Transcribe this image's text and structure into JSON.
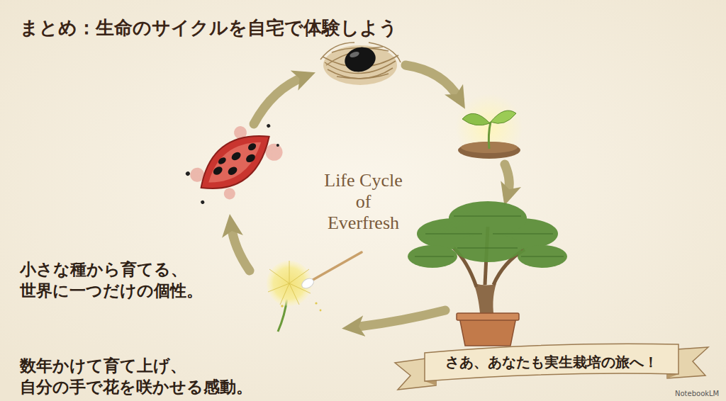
{
  "diagram": {
    "title": "まとめ：生命のサイクルを自宅で体験しよう",
    "nodes": [
      {
        "text": [
          "さあ、あなたも実生栽培の旅へ！"
        ]
      }
    ],
    "labels": [
      "Life Cycle of Everfresh",
      "小さな種から育てる、 世界に一つだけの個性。",
      "数年かけて育て上げ、 自分の手で花を咲かせる感動。",
      "NotebookLM"
    ]
  }
}
